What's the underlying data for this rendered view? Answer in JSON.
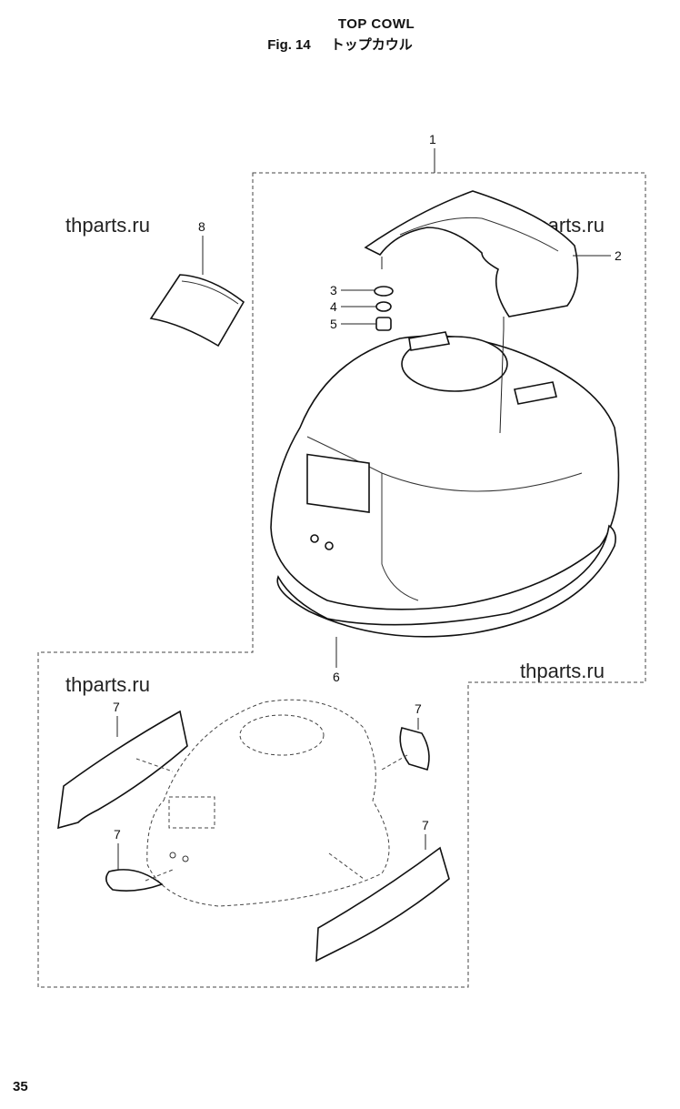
{
  "header": {
    "title": "TOP COWL",
    "fig_label": "Fig. 14",
    "fig_jp": "トップカウル"
  },
  "watermark": "thparts.ru",
  "page_number": "35",
  "callouts": [
    "1",
    "2",
    "3",
    "4",
    "5",
    "6",
    "7",
    "8"
  ]
}
